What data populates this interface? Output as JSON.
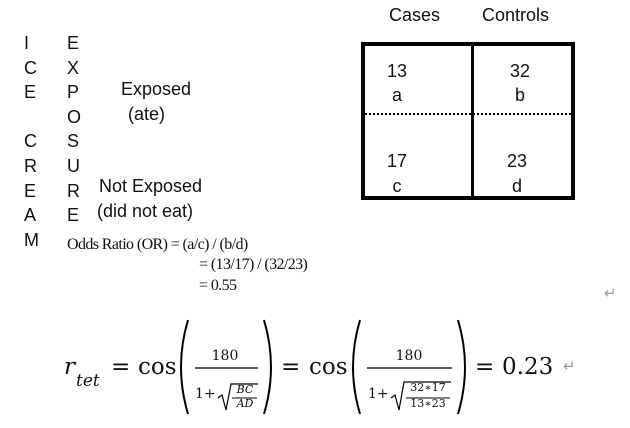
{
  "headers": {
    "cases": "Cases",
    "controls": "Controls"
  },
  "vertical_left": [
    "I",
    "C",
    "E",
    "",
    "C",
    "R",
    "E",
    "A",
    "M"
  ],
  "vertical_right": [
    "E",
    "X",
    "P",
    "O",
    "S",
    "U",
    "R",
    "E"
  ],
  "labels": {
    "exposed": "Exposed",
    "ate": "(ate)",
    "not_exposed": "Not Exposed",
    "did_not_eat": "(did not eat)"
  },
  "cells": {
    "a": {
      "value": "13",
      "letter": "a"
    },
    "b": {
      "value": "32",
      "letter": "b"
    },
    "c": {
      "value": "17",
      "letter": "c"
    },
    "d": {
      "value": "23",
      "letter": "d"
    }
  },
  "odds_ratio": {
    "line1": "Odds Ratio (OR) = (a/c) / (b/d)",
    "line2": "= (13/17) / (32/23)",
    "line3": "= 0.55"
  },
  "formula": {
    "r": "r",
    "sub": "tet",
    "eq": "=",
    "cos": "cos",
    "num1": "180",
    "den1_prefix": "1+",
    "bc": "BC",
    "ad": "AD",
    "num2": "180",
    "den2_prefix": "1+",
    "inner_num": "32∗17",
    "inner_den": "13∗23",
    "result": "0.23"
  },
  "return_marks": [
    "↵",
    "↵"
  ]
}
